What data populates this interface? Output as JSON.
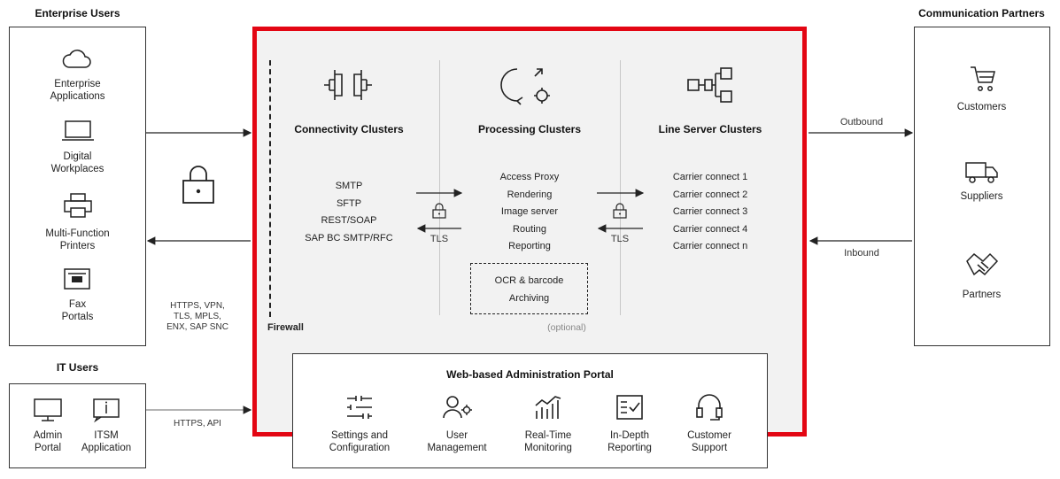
{
  "enterprise": {
    "title": "Enterprise Users",
    "items": [
      {
        "icon": "cloud-icon",
        "label": "Enterprise\nApplications"
      },
      {
        "icon": "laptop-icon",
        "label": "Digital\nWorkplaces"
      },
      {
        "icon": "printer-icon",
        "label": "Multi-Function\nPrinters"
      },
      {
        "icon": "fax-icon",
        "label": "Fax\nPortals"
      }
    ]
  },
  "it_users": {
    "title": "IT Users",
    "items": [
      {
        "icon": "monitor-icon",
        "label": "Admin\nPortal"
      },
      {
        "icon": "itsm-icon",
        "label": "ITSM\nApplication"
      }
    ]
  },
  "partners": {
    "title": "Communication Partners",
    "items": [
      {
        "icon": "cart-icon",
        "label": "Customers"
      },
      {
        "icon": "truck-icon",
        "label": "Suppliers"
      },
      {
        "icon": "handshake-icon",
        "label": "Partners"
      }
    ]
  },
  "protocols_left": "HTTPS, VPN,\nTLS, MPLS,\nENX, SAP SNC",
  "protocols_it": "HTTPS, API",
  "outbound": "Outbound",
  "inbound": "Inbound",
  "firewall": "Firewall",
  "connectivity": {
    "title": "Connectivity Clusters",
    "items": [
      "SMTP",
      "SFTP",
      "REST/SOAP",
      "SAP BC SMTP/RFC"
    ]
  },
  "processing": {
    "title": "Processing Clusters",
    "items": [
      "Access Proxy",
      "Rendering",
      "Image server",
      "Routing",
      "Reporting"
    ],
    "optional_items": [
      "OCR & barcode",
      "Archiving"
    ],
    "optional_note": "(optional)"
  },
  "line_server": {
    "title": "Line Server Clusters",
    "items": [
      "Carrier connect 1",
      "Carrier connect 2",
      "Carrier connect 3",
      "Carrier connect 4",
      "Carrier connect n"
    ]
  },
  "tls_label": "TLS",
  "admin_portal": {
    "title": "Web-based Administration Portal",
    "items": [
      {
        "icon": "sliders-icon",
        "label": "Settings and\nConfiguration"
      },
      {
        "icon": "user-gear-icon",
        "label": "User\nManagement"
      },
      {
        "icon": "bar-chart-icon",
        "label": "Real-Time\nMonitoring"
      },
      {
        "icon": "report-icon",
        "label": "In-Depth\nReporting"
      },
      {
        "icon": "headset-icon",
        "label": "Customer\nSupport"
      }
    ]
  },
  "colors": {
    "frame": "#e30613",
    "panel": "#f2f2f2"
  }
}
